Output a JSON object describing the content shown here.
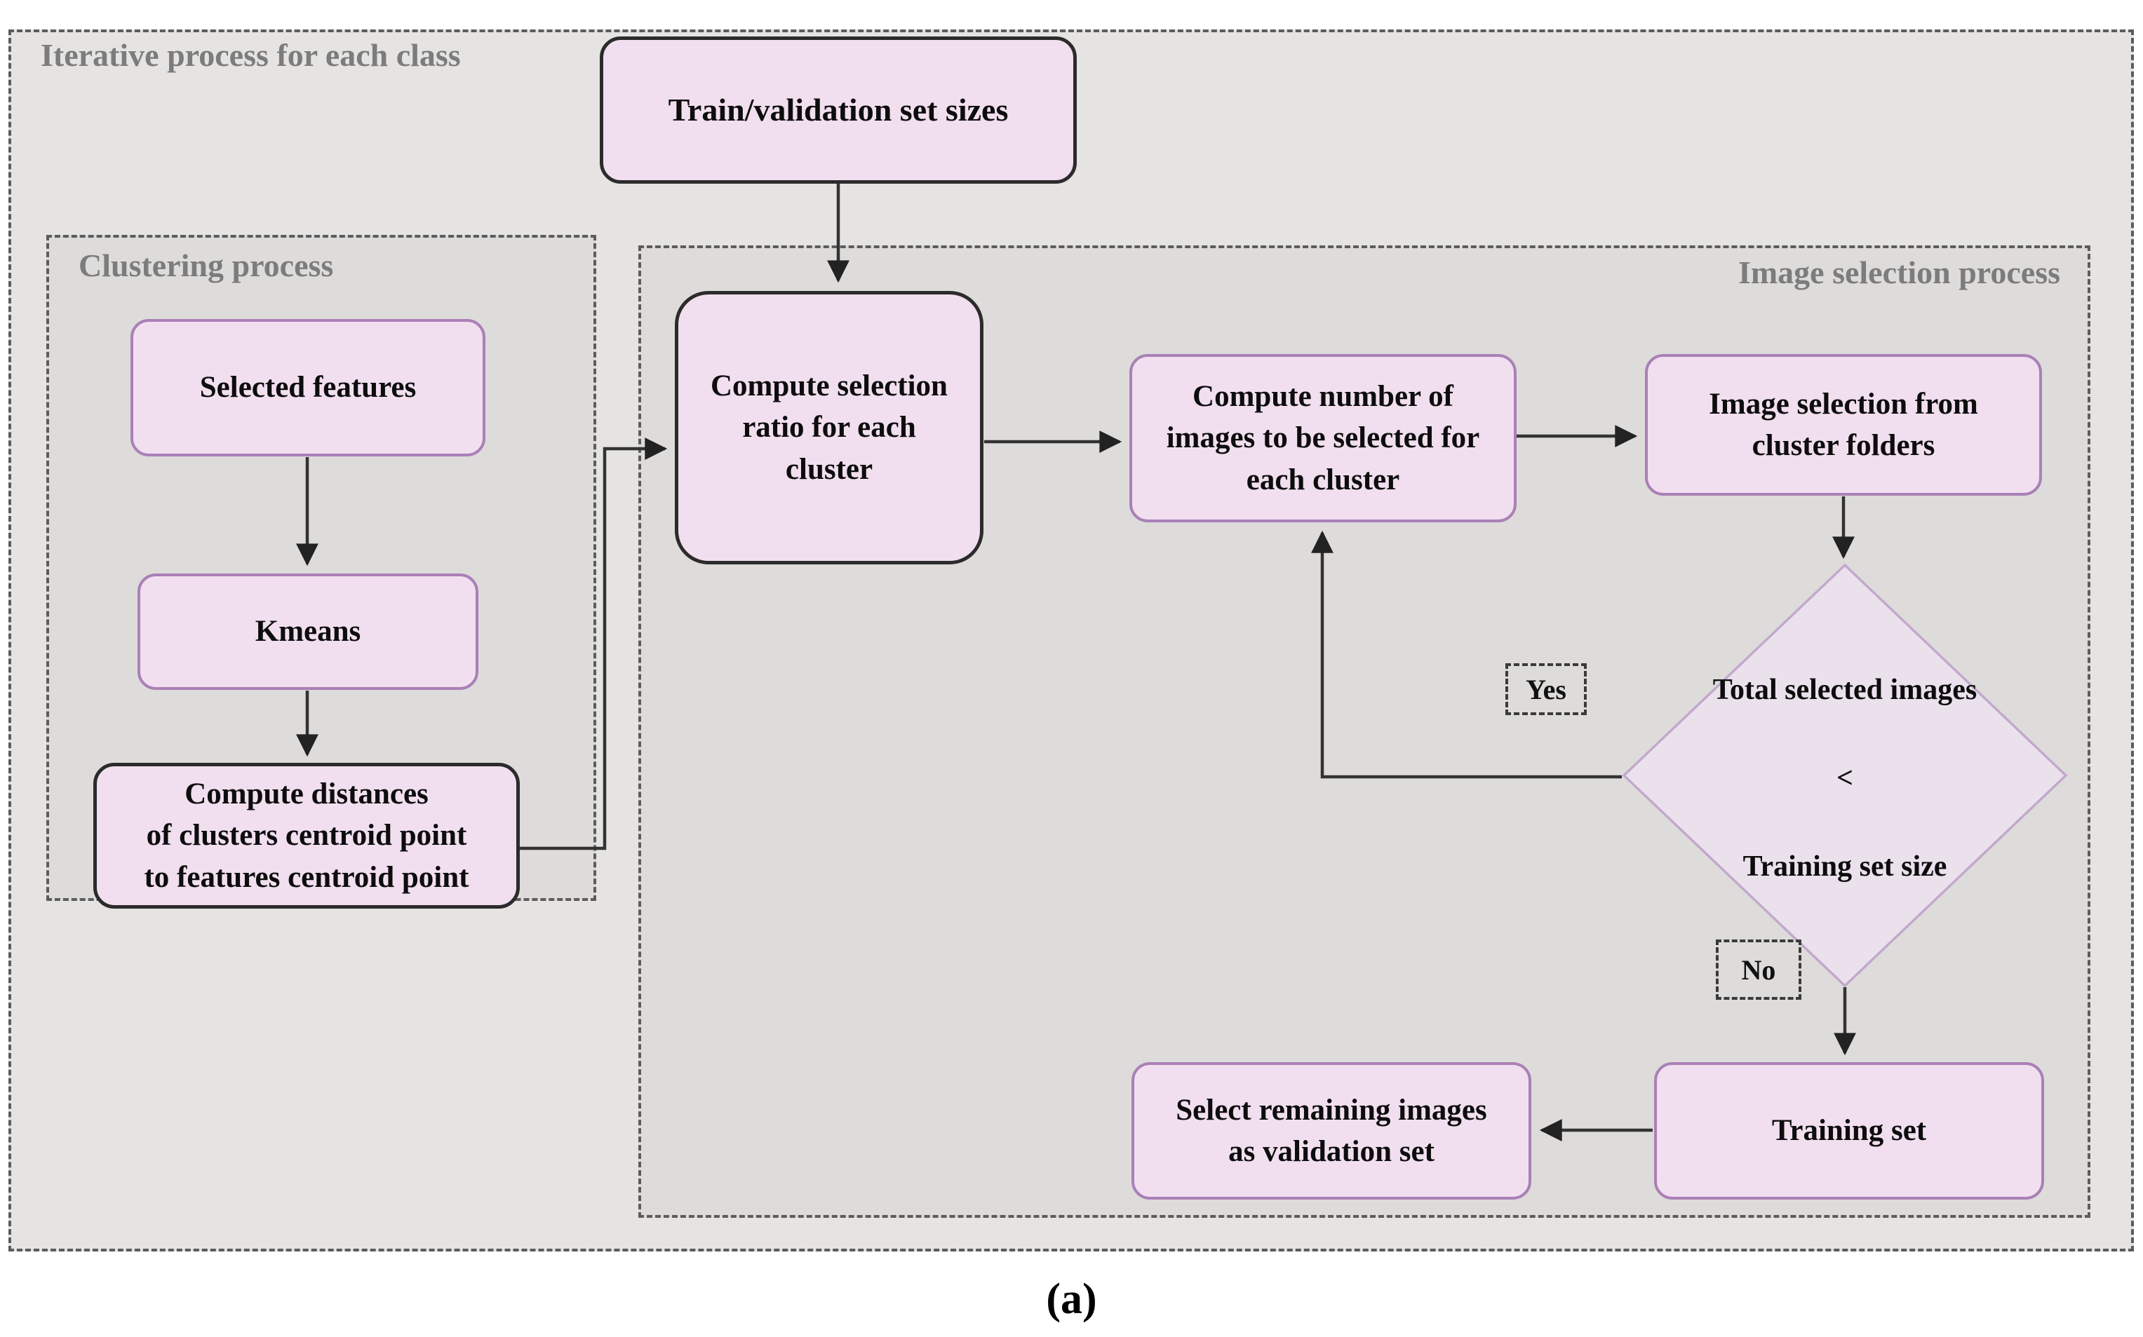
{
  "regions": {
    "outer_label": "Iterative process for each class",
    "clustering_label": "Clustering process",
    "selection_label": "Image selection process"
  },
  "nodes": {
    "train_sizes": {
      "lines": [
        "Train/validation set sizes"
      ]
    },
    "compute_ratio": {
      "lines": [
        "Compute selection",
        "ratio for each",
        "cluster"
      ]
    },
    "selected_features": {
      "lines": [
        "Selected features"
      ]
    },
    "kmeans": {
      "lines": [
        "Kmeans"
      ]
    },
    "compute_distances": {
      "lines": [
        "Compute distances",
        "of clusters centroid point",
        "to features centroid point"
      ]
    },
    "compute_number": {
      "lines": [
        "Compute number of",
        "images to be selected for",
        "each cluster"
      ]
    },
    "image_selection": {
      "lines": [
        "Image selection from",
        "cluster folders"
      ]
    },
    "decision": {
      "lines": [
        "Total selected images",
        "<",
        "Training set size"
      ]
    },
    "training_set": {
      "lines": [
        "Training set"
      ]
    },
    "validation_set": {
      "lines": [
        "Select remaining images",
        "as validation set"
      ]
    }
  },
  "edge_labels": {
    "yes": "Yes",
    "no": "No"
  },
  "caption": "(a)",
  "colors": {
    "node_fill": "#f1dfef",
    "diamond_fill": "#ebe1ed",
    "diamond_border": "#c3a8cc",
    "purple_border": "#aa80b6",
    "dark_border": "#2b2b2b",
    "outer_bg": "#e5e4e2",
    "subregion_bg": "#dddcda",
    "line": "#333333",
    "label_gray": "#7c7c7c"
  }
}
